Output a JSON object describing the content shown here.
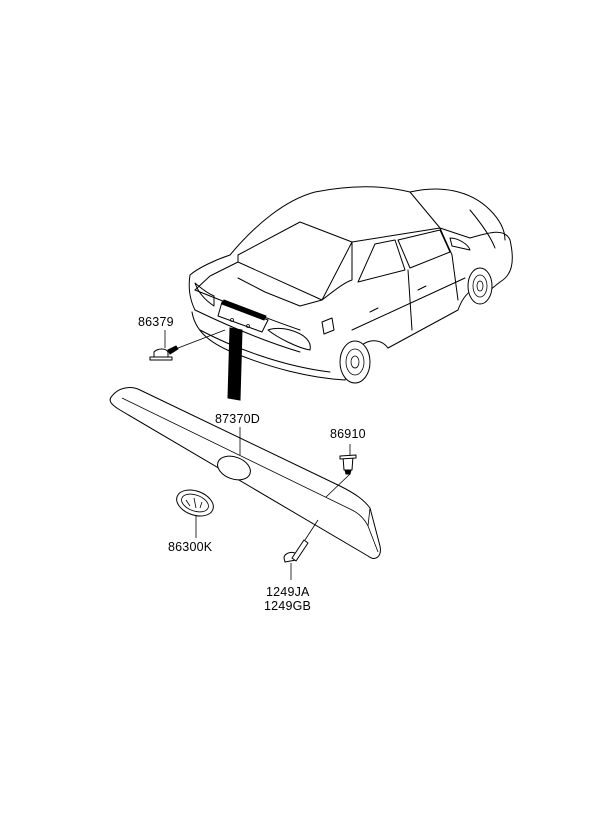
{
  "labels": {
    "clip_86379": "86379",
    "garnish_87370D": "87370D",
    "clip_86910": "86910",
    "emblem_86300K": "86300K",
    "screw_1249JA": "1249JA",
    "screw_1249GB": "1249GB"
  }
}
